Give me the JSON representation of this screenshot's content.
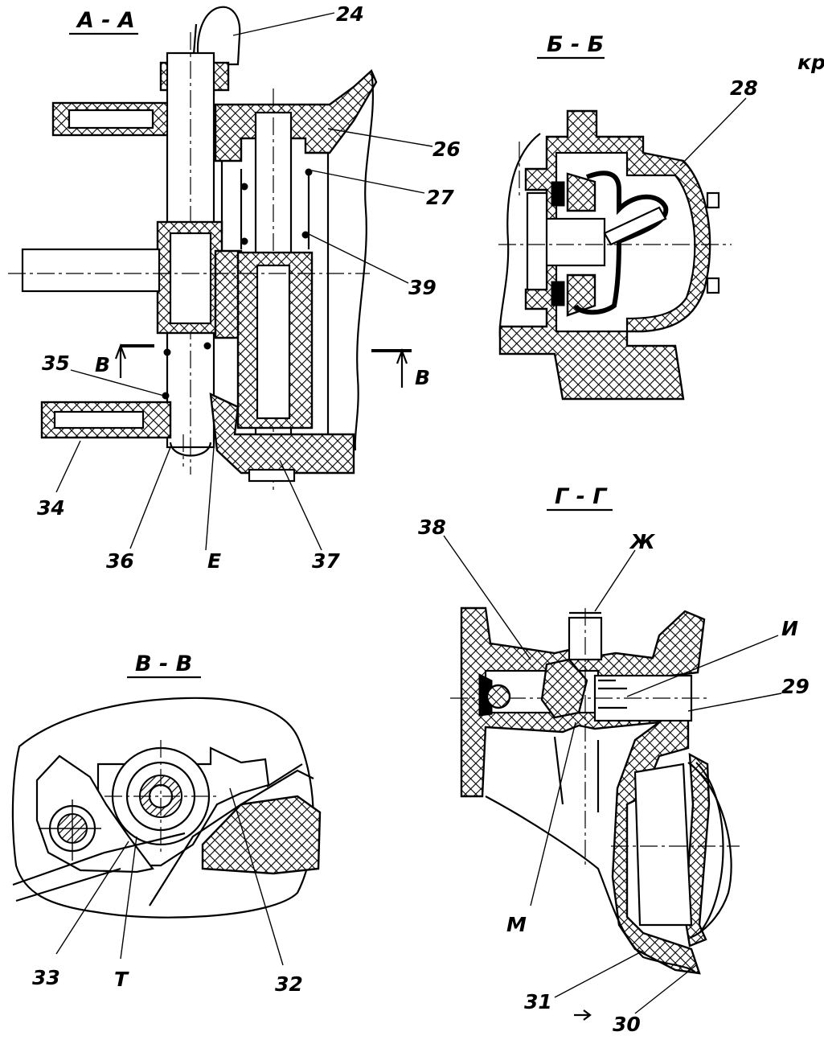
{
  "sections": {
    "aa": "А - А",
    "bb": "Б - Б",
    "vv": "В - В",
    "gg": "Г - Г"
  },
  "corner_text": "кр",
  "labels": {
    "p24": "24",
    "p26": "26",
    "p27": "27",
    "p39": "39",
    "p35": "35",
    "p34": "34",
    "p36": "36",
    "pE": "Е",
    "p37": "37",
    "p28": "28",
    "p38": "38",
    "pZh": "Ж",
    "pI": "И",
    "p29": "29",
    "pM": "М",
    "p31": "31",
    "p30": "30",
    "p33": "33",
    "pT": "Т",
    "p32": "32",
    "arrowB1": "В",
    "arrowB2": "В"
  },
  "colors": {
    "ink": "#000000",
    "paper": "#ffffff"
  }
}
